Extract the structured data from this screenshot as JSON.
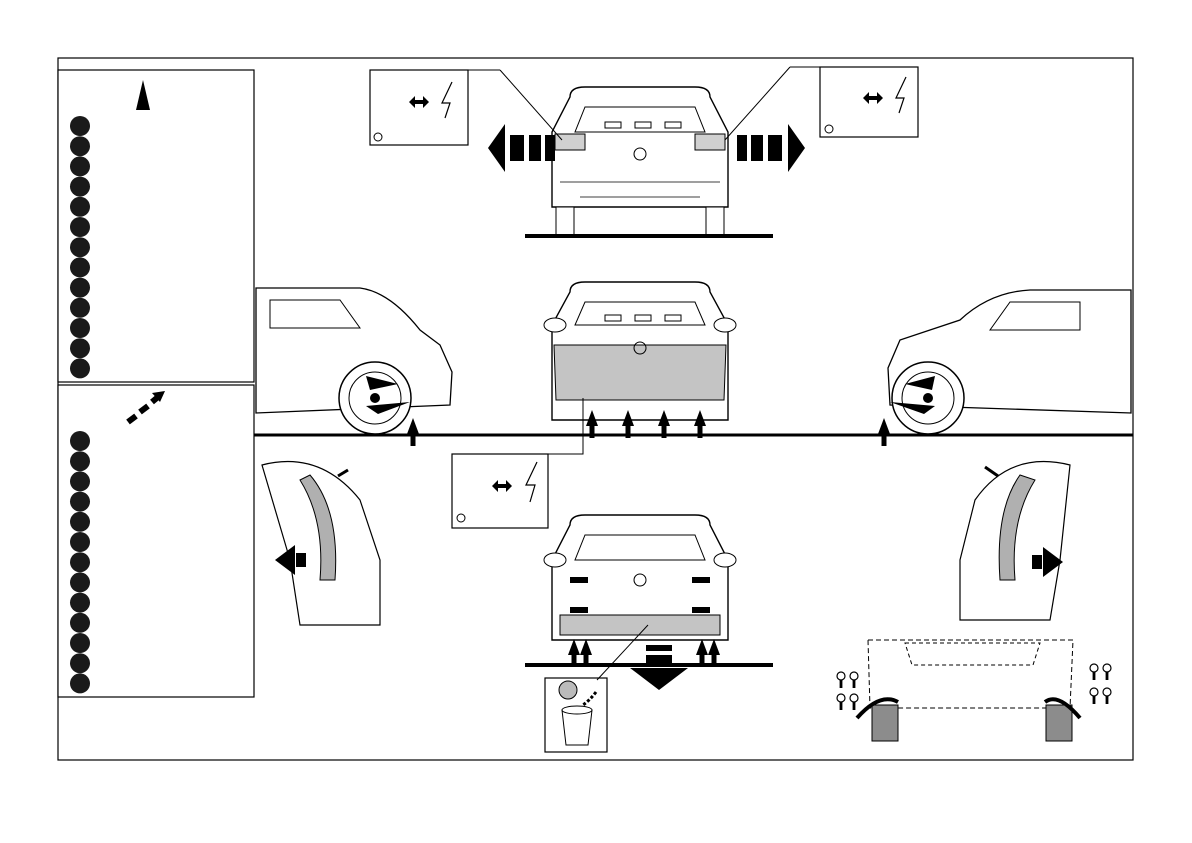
{
  "colors": {
    "line": "#000000",
    "body_fill": "#ffffff",
    "highlight": "#c4c4c4",
    "accent": "#1a1a1a"
  },
  "legends": [
    {
      "name": "removal-legend",
      "icon": "up-arrow-icon",
      "bullet_count": 13
    },
    {
      "name": "fitting-legend",
      "icon": "dashed-arrow-icon",
      "bullet_count": 13
    }
  ],
  "callouts": [
    {
      "name": "callout-left-taillight",
      "icons": [
        "disconnect-arrows-icon",
        "electric-bolt-icon"
      ]
    },
    {
      "name": "callout-right-taillight",
      "icons": [
        "disconnect-arrows-icon",
        "electric-bolt-icon"
      ]
    },
    {
      "name": "callout-bumper-connector",
      "icons": [
        "disconnect-arrows-icon",
        "electric-bolt-icon"
      ]
    }
  ],
  "steps": [
    {
      "name": "step-remove-taillights",
      "view": "rear",
      "action": "pull-outward"
    },
    {
      "name": "step-remove-bumper-fasteners",
      "view": "rear-and-sides",
      "action": "push-up"
    },
    {
      "name": "step-remove-wheelarch-liners",
      "view": "wheel-closeup",
      "action": "pull-outward"
    },
    {
      "name": "step-remove-bumper",
      "view": "rear",
      "action": "pull-down"
    },
    {
      "name": "step-discard-parts",
      "view": "bin",
      "action": "dispose"
    },
    {
      "name": "step-mudflap-screws",
      "view": "lower-bumper",
      "action": "install"
    }
  ]
}
